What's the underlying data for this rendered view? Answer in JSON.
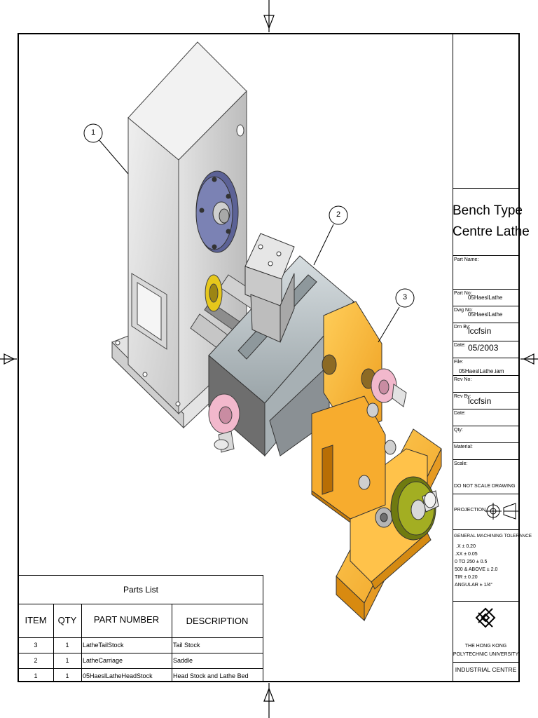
{
  "title_block": {
    "title_line1": "Bench Type",
    "title_line2": "Centre Lathe",
    "part_name_label": "Part Name:",
    "part_no_label": "Part No:",
    "part_no_value": "05HaeslLathe",
    "dwg_no_label": "Dwg No:",
    "dwg_no_value": "05HaeslLathe",
    "drn_by_label": "Drn By:",
    "drn_by_value": "lccfsin",
    "date_label": "Date:",
    "date_value": "05/2003",
    "file_label": "File:",
    "file_value": "05HaeslLathe.iam",
    "rev_no_label": "Rev No:",
    "rev_by_label": "Rev By:",
    "rev_by_value": "lccfsin",
    "date2_label": "Date:",
    "qty_label": "Qty:",
    "material_label": "Material:",
    "scale_label": "Scale:",
    "do_not_scale": "DO NOT SCALE DRAWING",
    "projection_label": "PROJECTION",
    "tolerance_title": "GENERAL MACHINING TOLERANCE",
    "tolerance_lines": [
      ".X ± 0.20",
      ".XX ± 0.05",
      "0 TO 250 ± 0.5",
      "500 & ABOVE ± 2.0",
      "TIR ± 0.20",
      "ANGULAR ± 1/4°"
    ],
    "university_line1": "THE HONG KONG",
    "university_line2": "POLYTECHNIC UNIVERSITY",
    "centre": "INDUSTRIAL CENTRE"
  },
  "parts_list": {
    "title": "Parts List",
    "headers": [
      "ITEM",
      "QTY",
      "PART NUMBER",
      "DESCRIPTION"
    ],
    "rows": [
      {
        "item": "3",
        "qty": "1",
        "part_number": "LatheTailStock",
        "description": "Tail Stock"
      },
      {
        "item": "2",
        "qty": "1",
        "part_number": "LatheCarriage",
        "description": "Saddle"
      },
      {
        "item": "1",
        "qty": "1",
        "part_number": "05HaeslLatheHeadStock",
        "description": "Head Stock and Lathe Bed"
      }
    ]
  },
  "balloons": [
    "1",
    "2",
    "3"
  ],
  "colors": {
    "headstock": "#dcdcdc",
    "carriage": "#b8c2c6",
    "tailstock": "#f5b53c",
    "faceplate": "#7a80b0",
    "handwheel_tailstock": "#9aa618",
    "pink_knob": "#f2b8cc",
    "yellow_collar": "#e8c81e"
  }
}
